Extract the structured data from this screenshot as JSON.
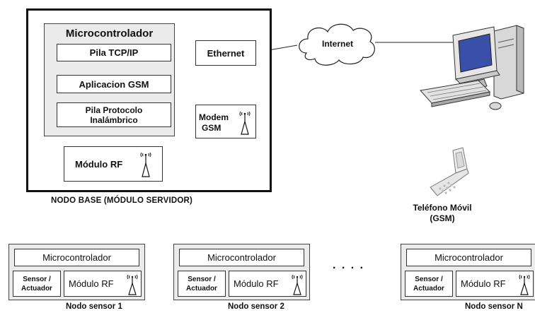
{
  "base_node": {
    "microcontroller_title": "Microcontrolador",
    "tcp_stack": "Pila TCP/IP",
    "gsm_app": "Aplicacion GSM",
    "wireless_stack_line1": "Pila Protocolo",
    "wireless_stack_line2": "Inalámbrico",
    "ethernet": "Ethernet",
    "modem_line1": "Modem",
    "modem_line2": "GSM",
    "rf_module": "Módulo RF",
    "caption": "NODO BASE (MÓDULO SERVIDOR)"
  },
  "internet": "Internet",
  "phone": {
    "line1": "Teléfono Móvil",
    "line2": "(GSM)"
  },
  "ellipsis": ". . . .",
  "sensor_nodes": [
    {
      "micro": "Microcontrolador",
      "sensor_line1": "Sensor /",
      "sensor_line2": "Actuador",
      "rf": "Módulo RF",
      "caption": "Nodo sensor 1"
    },
    {
      "micro": "Microcontrolador",
      "sensor_line1": "Sensor /",
      "sensor_line2": "Actuador",
      "rf": "Módulo RF",
      "caption": "Nodo sensor 2"
    },
    {
      "micro": "Microcontrolador",
      "sensor_line1": "Sensor /",
      "sensor_line2": "Actuador",
      "rf": "Módulo RF",
      "caption": "Nodo sensor N"
    }
  ],
  "colors": {
    "panel_fill": "#ebebeb",
    "border": "#111111",
    "cloud_fill": "#ffffff"
  }
}
